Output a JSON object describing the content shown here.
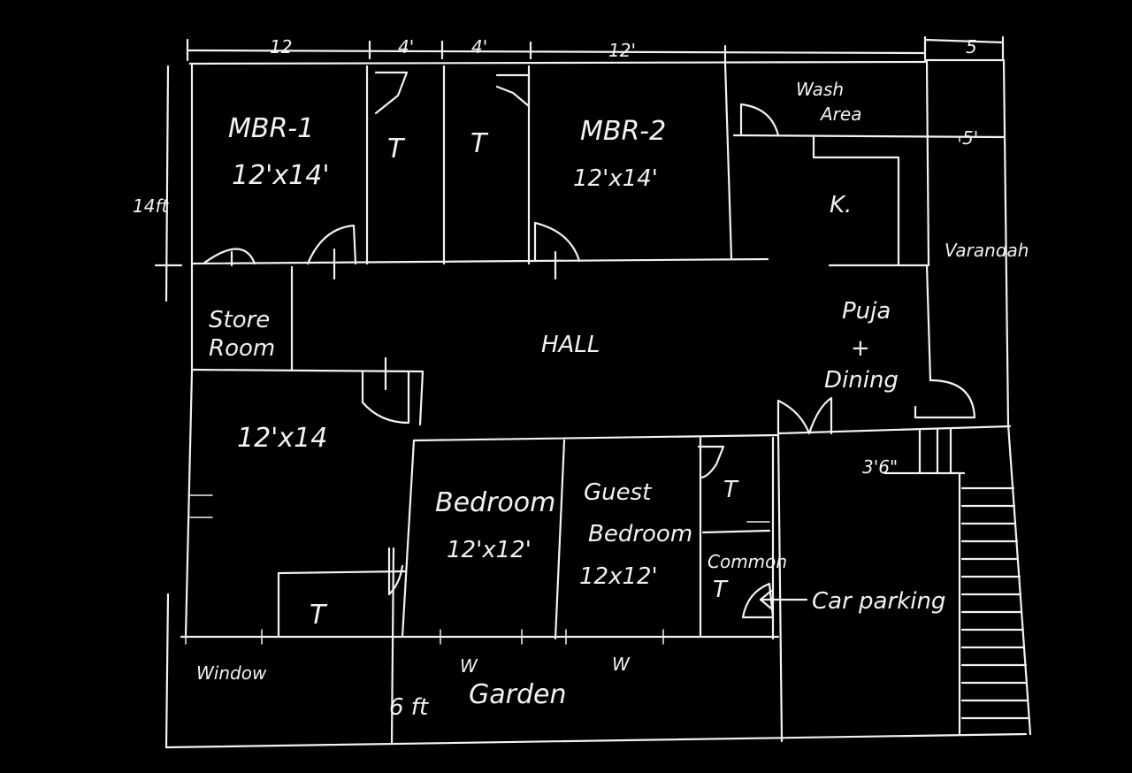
{
  "labels": {
    "dim_top_1": "12",
    "dim_top_2": "4'",
    "dim_top_3": "4'",
    "dim_top_4": "12'",
    "dim_top_5": "5",
    "dim_left": "14ft",
    "dim_right": "5'",
    "mbr1_name": "MBR-1",
    "mbr1_size": "12'x14'",
    "mbr2_name": "MBR-2",
    "mbr2_size": "12'x14'",
    "toilet_1": "T",
    "toilet_2": "T",
    "toilet_3": "T",
    "toilet_4": "T",
    "toilet_5": "T",
    "wash_1": "Wash",
    "wash_2": "Area",
    "kitchen": "K.",
    "varandah": "Varandah",
    "store_1": "Store",
    "store_2": "Room",
    "hall": "HALL",
    "puja_1": "Puja",
    "puja_2": "+",
    "puja_3": "Dining",
    "room_size": "12'x14",
    "bedroom_name": "Bedroom",
    "bedroom_size": "12'x12'",
    "guest_1": "Guest",
    "guest_2": "Bedroom",
    "guest_size": "12x12'",
    "common": "Common",
    "stair_width": "3'6\"",
    "car_parking": "Car parking",
    "window": "Window",
    "window_w1": "W",
    "window_w2": "W",
    "garden_width": "6 ft",
    "garden": "Garden"
  }
}
